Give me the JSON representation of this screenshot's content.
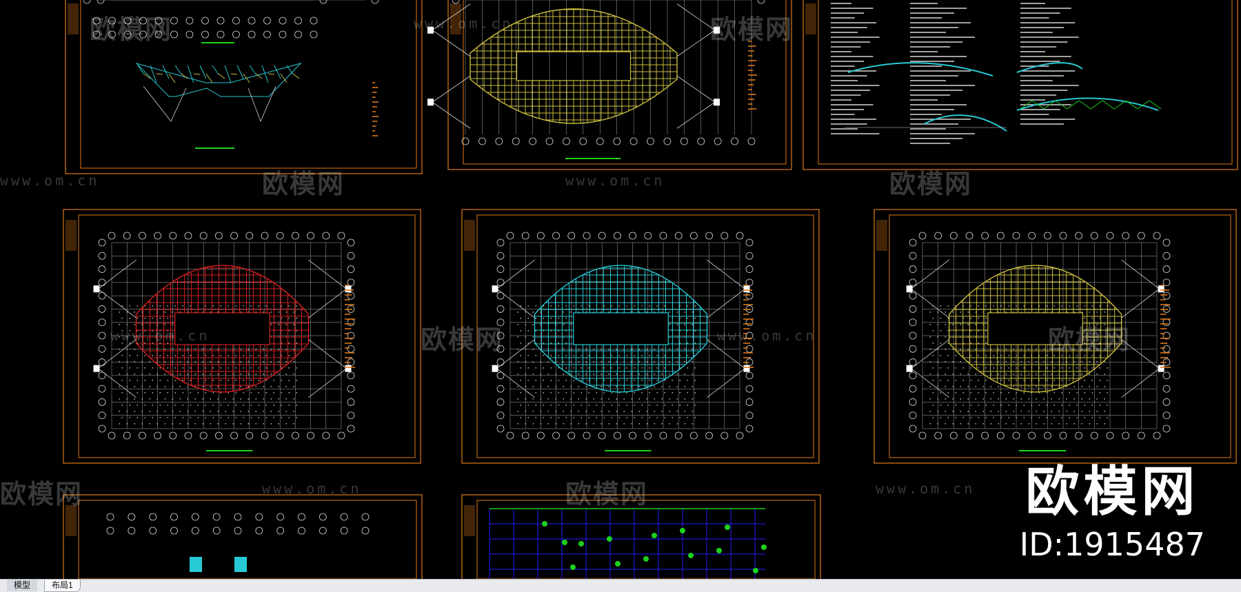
{
  "watermark": {
    "text": "欧模网",
    "url": "www.om.cn"
  },
  "brand": {
    "name": "欧模网",
    "id": "ID:1915487"
  },
  "tabs": [
    {
      "label": "模型",
      "active": true
    },
    {
      "label": "布局1",
      "active": false
    }
  ],
  "colors": {
    "background": "#000000",
    "frame": "#e07a18",
    "grid": "#d8d8d8",
    "red_mesh": "#d42020",
    "cyan_mesh": "#27c9d4",
    "yellow_mesh": "#c9bb3a",
    "green_text": "#1bd21b",
    "blue_grid": "#2020ff"
  }
}
